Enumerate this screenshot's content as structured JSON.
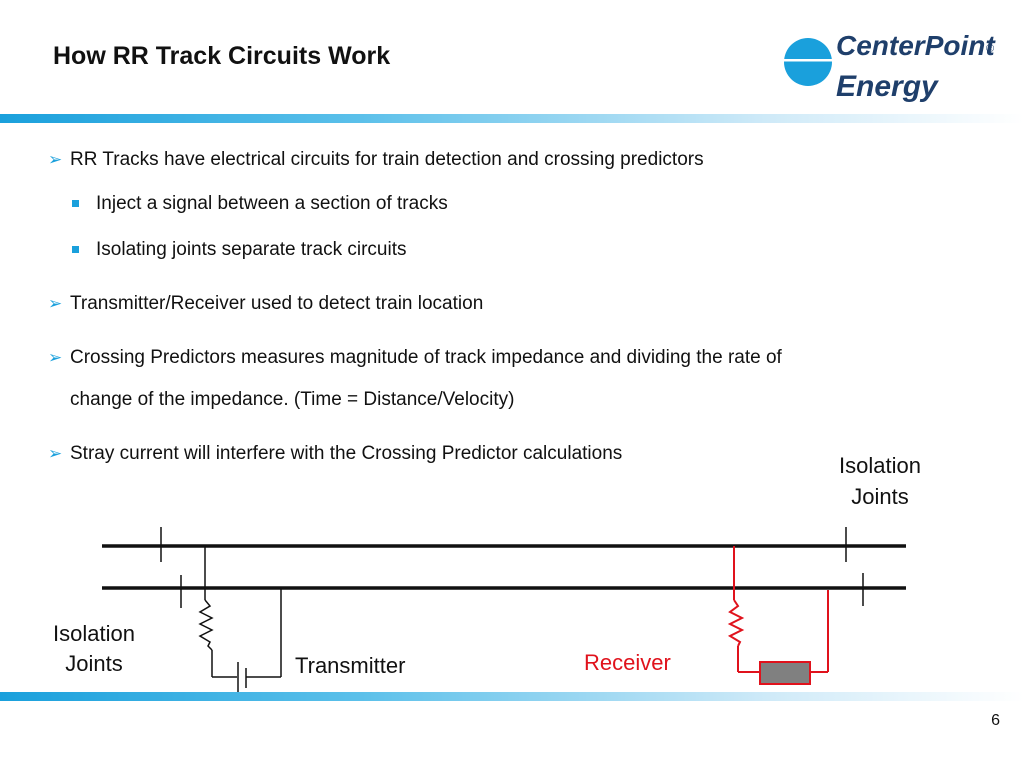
{
  "slide": {
    "title": "How RR Track Circuits Work",
    "page_number": "6"
  },
  "logo": {
    "line1": "CenterPoint",
    "line2": "Energy",
    "mark": "®"
  },
  "bullets": [
    {
      "level": 1,
      "text": "RR Tracks have electrical circuits for train detection and crossing predictors"
    },
    {
      "level": 2,
      "text": "Inject a signal between a section of tracks"
    },
    {
      "level": 2,
      "text": "Isolating joints separate track circuits"
    },
    {
      "level": 1,
      "text": "Transmitter/Receiver used to detect train location"
    },
    {
      "level": 1,
      "text": "Crossing Predictors measures magnitude of track impedance and dividing the rate of"
    },
    {
      "level": 1,
      "text": "change of the impedance. (Time = Distance/Velocity)"
    },
    {
      "level": 1,
      "text": "Stray current will interfere with the Crossing Predictor calculations"
    }
  ],
  "diagram": {
    "iso_left_line1": "Isolation",
    "iso_left_line2": "Joints",
    "iso_right_line1": "Isolation",
    "iso_right_line2": "Joints",
    "transmitter": "Transmitter",
    "receiver": "Receiver"
  },
  "colors": {
    "accent": "#1aa0dc",
    "receiver": "#e0121c",
    "box": "#808080"
  }
}
